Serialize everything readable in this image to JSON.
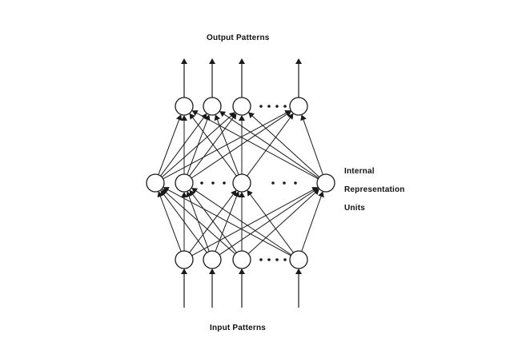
{
  "labels": {
    "output": "Output Patterns",
    "input": "Input Patterns",
    "hidden_line1": "Internal",
    "hidden_line2": "Representation",
    "hidden_line3": "Units"
  },
  "layers": {
    "output": {
      "visible_units": 4,
      "ellipsis_after": 3
    },
    "hidden": {
      "visible_units": 4,
      "ellipsis_after": [
        2,
        3
      ]
    },
    "input": {
      "visible_units": 4,
      "ellipsis_after": 3
    }
  },
  "colors": {
    "line": "#1a1a1a",
    "unit_fill": "#ffffff",
    "background": "#ffffff"
  }
}
